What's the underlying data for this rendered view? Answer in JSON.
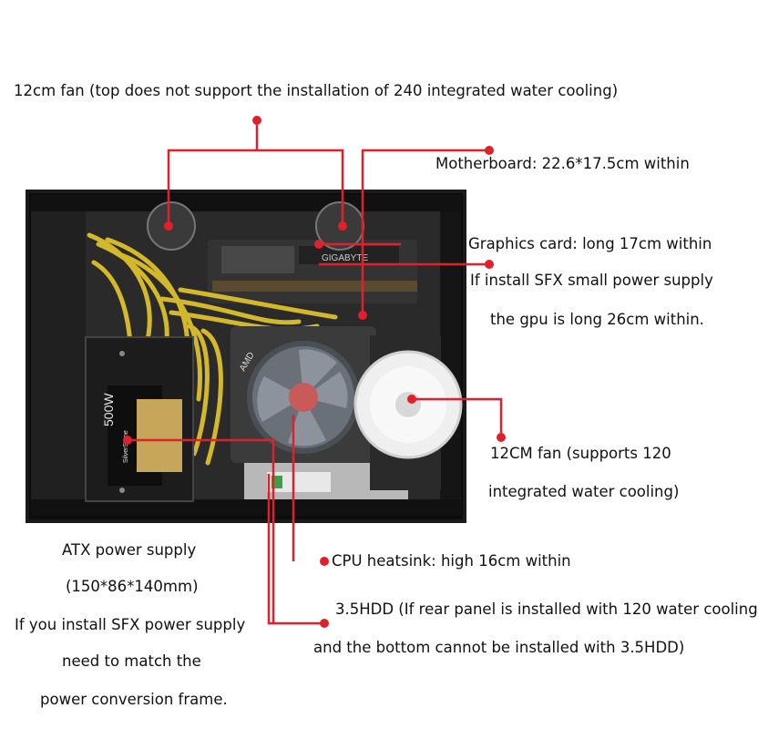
{
  "colors": {
    "leader": "#e0202a",
    "text": "#111111"
  },
  "labels": {
    "top_fan": "12cm fan (top does not support the installation of 240 integrated water cooling)",
    "motherboard": "Motherboard: 22.6*17.5cm within",
    "graphics_card": "Graphics card: long 17cm within",
    "sfx_gpu_1": "If install SFX small power supply",
    "sfx_gpu_2": "the gpu is long 26cm within.",
    "side_fan_1": "12CM fan (supports 120",
    "side_fan_2": "integrated water cooling)",
    "atx_1": "ATX power supply",
    "atx_2": "(150*86*140mm)",
    "atx_3": "If you install SFX power supply",
    "atx_4": "need to match the",
    "atx_5": "power conversion frame.",
    "cpu": "CPU heatsink: high 16cm within",
    "hdd_1": "3.5HDD (If rear panel is installed with 120 water cooling",
    "hdd_2": "and the bottom cannot be installed with 3.5HDD)"
  },
  "photo": {
    "psu_label": "500W",
    "psu_brand": "SilverStone",
    "gpu_brand": "GIGABYTE",
    "cooler_brand": "AMD"
  }
}
